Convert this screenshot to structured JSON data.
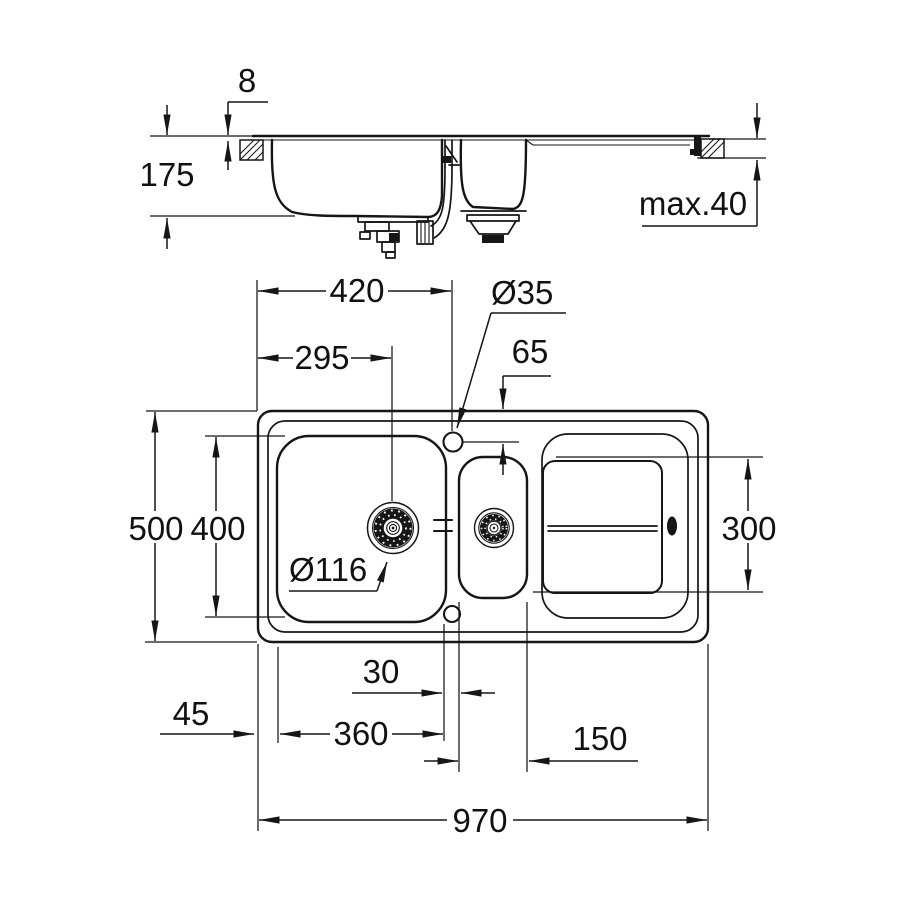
{
  "drawing": {
    "section": {
      "rim_height": "8",
      "bowl_depth": "175",
      "counter_thickness": "max.40"
    },
    "plan": {
      "tap_from_left": "420",
      "drain_from_left": "295",
      "tap_hole_diameter": "Ø35",
      "tap_from_front_edge": "65",
      "overall_depth": "500",
      "bowl_inner_depth": "400",
      "drain_diameter": "Ø116",
      "drainer_depth": "300",
      "bowl_gap": "30",
      "edge_to_bowl": "45",
      "main_bowl_width": "360",
      "small_bowl_width": "150",
      "overall_width": "970"
    },
    "line_color": "#161616"
  }
}
